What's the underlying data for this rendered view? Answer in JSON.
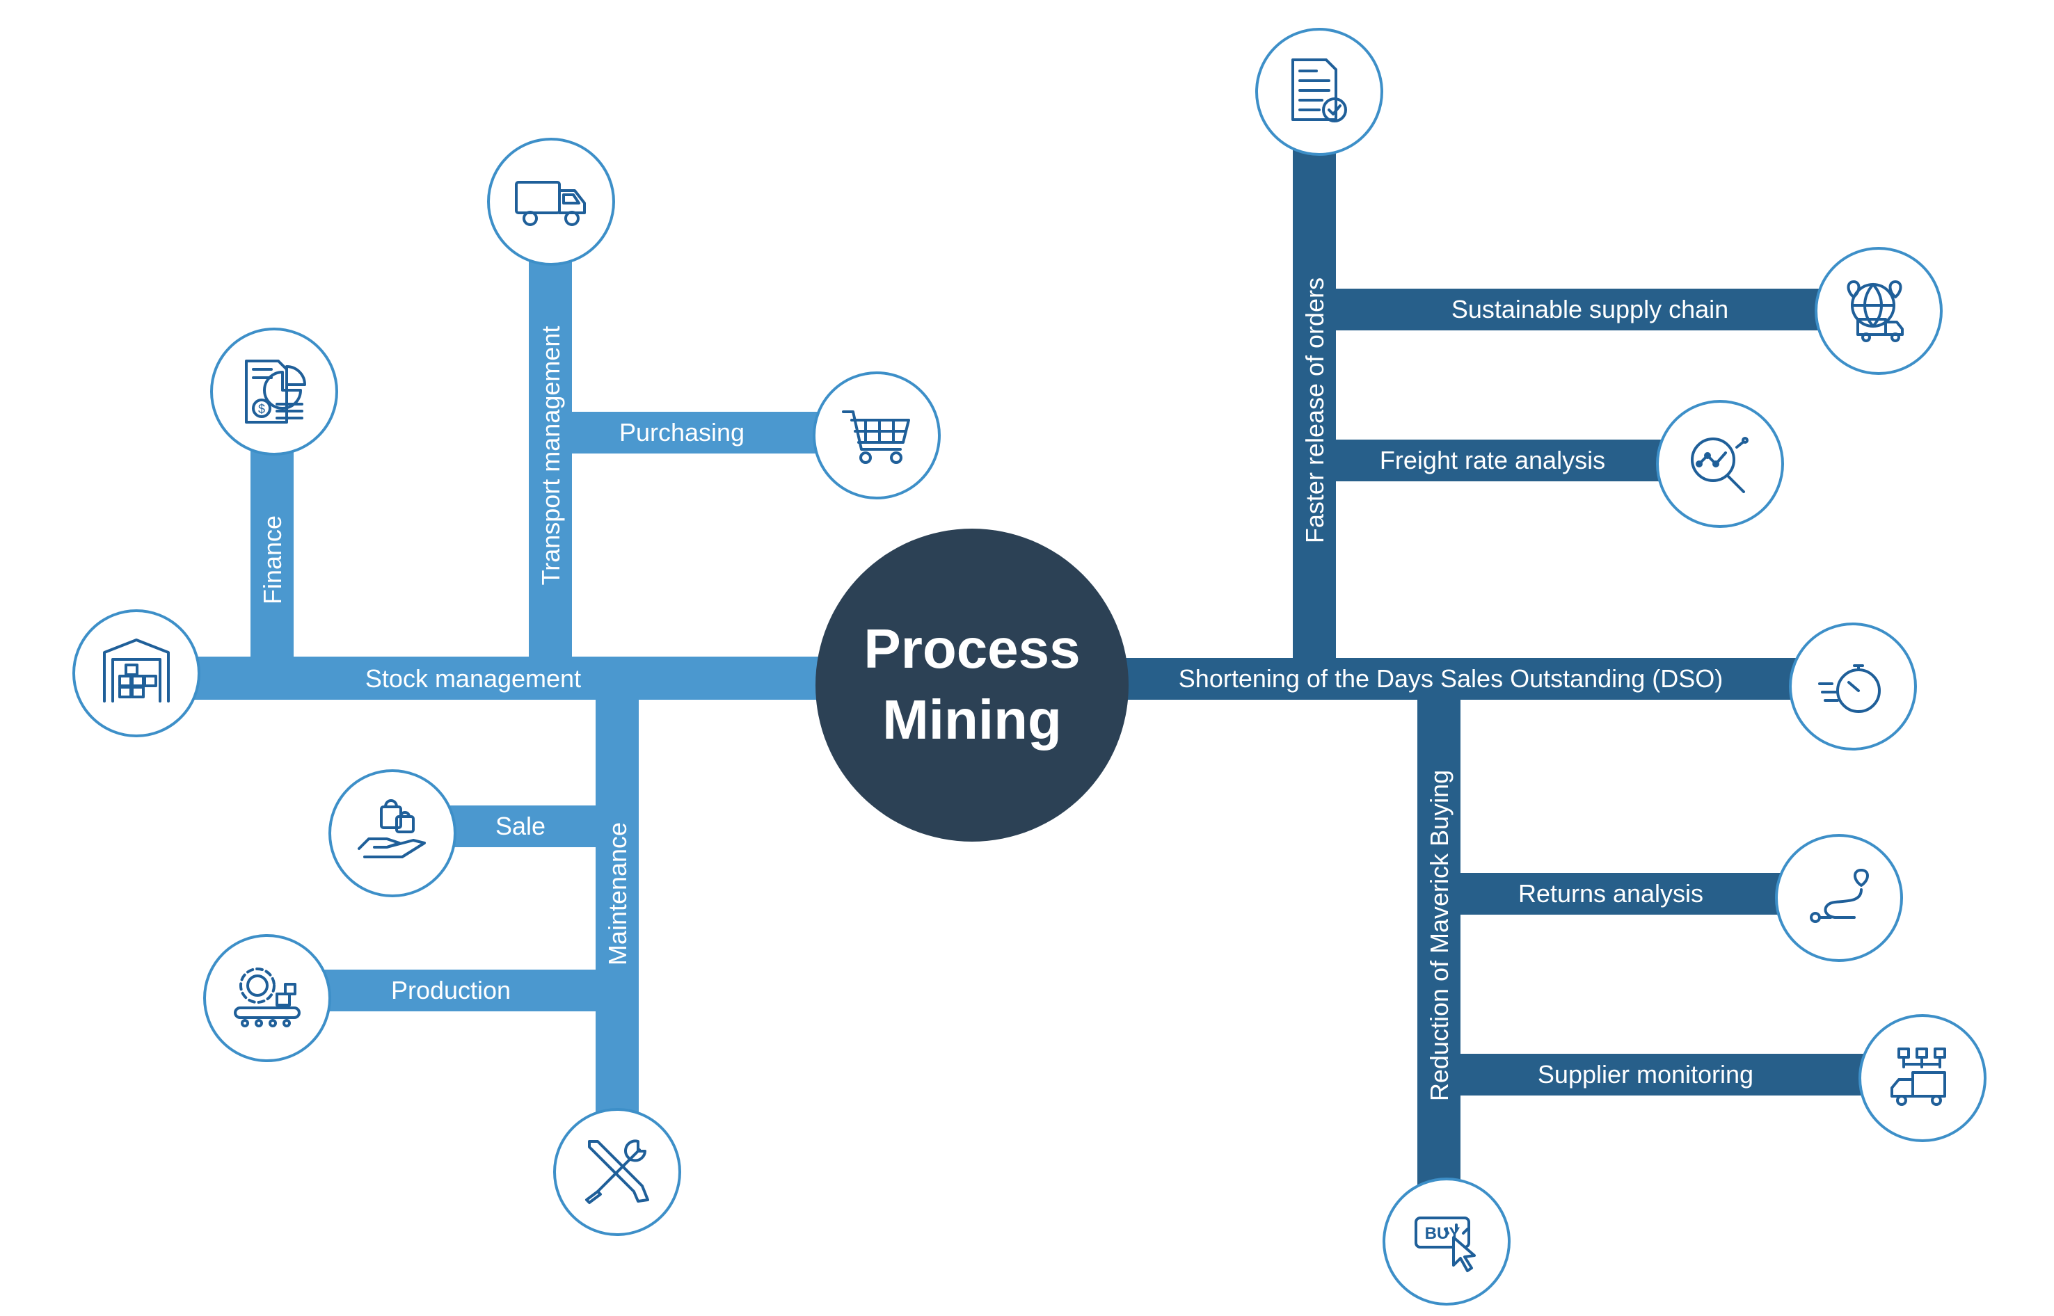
{
  "center": {
    "line1": "Process",
    "line2": "Mining"
  },
  "left": {
    "stock_management": "Stock management",
    "finance": "Finance",
    "transport_management": "Transport management",
    "purchasing": "Purchasing",
    "maintenance": "Maintenance",
    "sale": "Sale",
    "production": "Production"
  },
  "right": {
    "dso": "Shortening of the Days Sales Outstanding (DSO)",
    "faster_release": "Faster release of orders",
    "sustainable_supply_chain": "Sustainable supply chain",
    "freight_rate_analysis": "Freight rate analysis",
    "maverick_buying": "Reduction of Maverick Buying",
    "returns_analysis": "Returns analysis",
    "supplier_monitoring": "Supplier monitoring"
  },
  "icon_text": {
    "buy": "BUY"
  },
  "colors": {
    "left_branch": "#4b98cf",
    "right_branch": "#275f8a",
    "center": "#2c4155",
    "icon_stroke": "#1f5f99",
    "circle_border": "#3d8fc8"
  }
}
